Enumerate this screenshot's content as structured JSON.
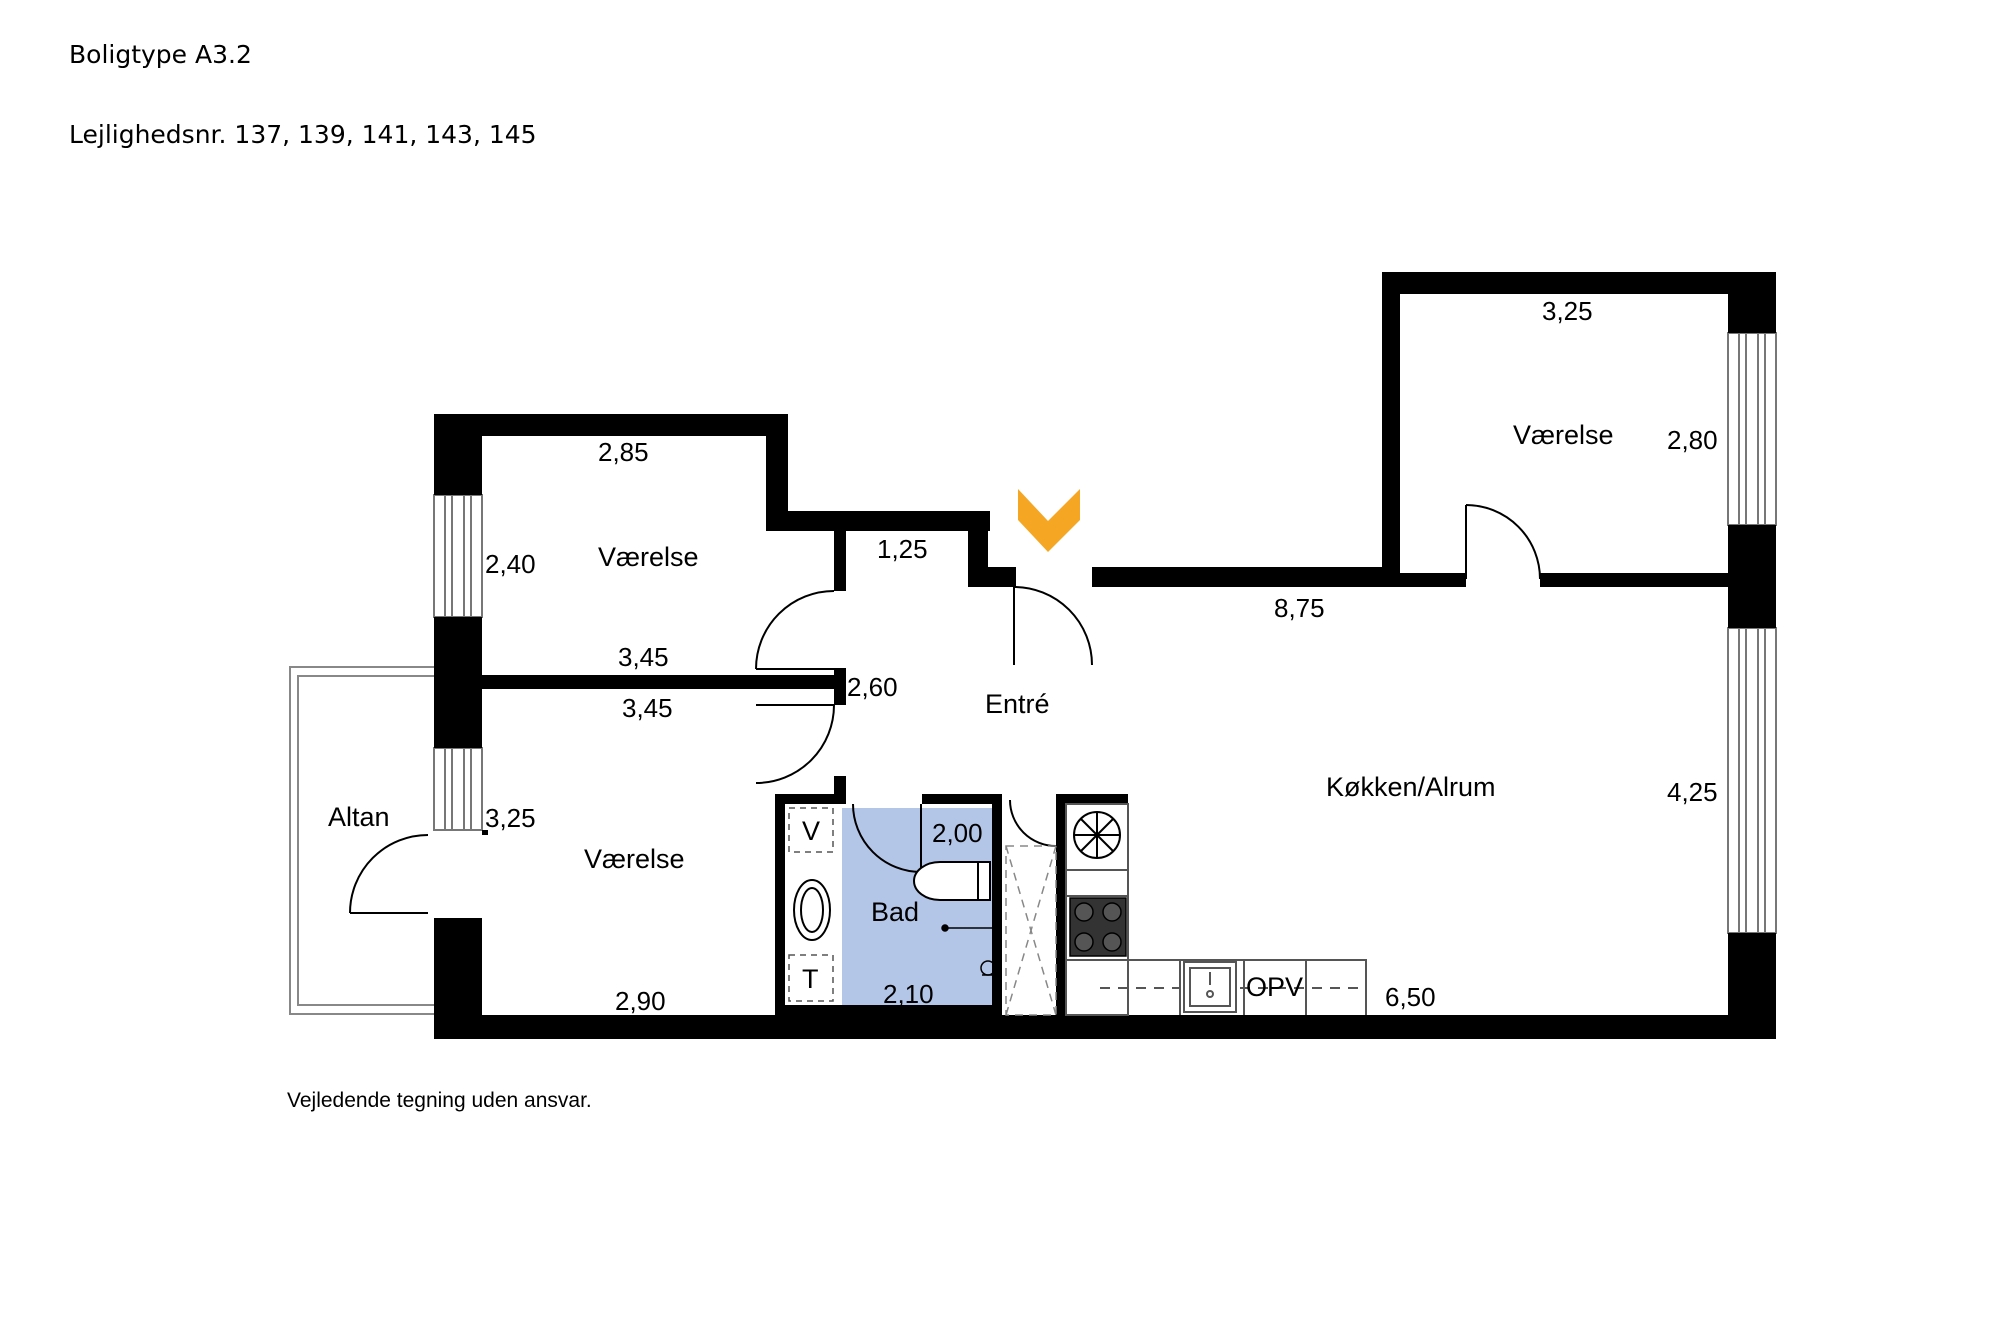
{
  "header": {
    "title": "Boligtype A3.2",
    "subtitle": "Lejlighedsnr. 137, 139, 141, 143, 145"
  },
  "footer": {
    "disclaimer": "Vejledende tegning uden ansvar."
  },
  "rooms": {
    "bedroom_upper": "Værelse",
    "bedroom_lower": "Værelse",
    "bedroom_right": "Værelse",
    "entre": "Entré",
    "kitchen": "Køkken/Alrum",
    "bath": "Bad",
    "balcony": "Altan",
    "utility": "OPV"
  },
  "fixtures": {
    "washer": "V",
    "dryer": "T"
  },
  "dimensions": {
    "upper_bedroom_width": "2,85",
    "upper_bedroom_depth": "2,40",
    "upper_bedroom_bottom": "3,45",
    "hall_width": "1,25",
    "hall_depth": "2,60",
    "lower_bedroom_top": "3,45",
    "lower_bedroom_depth": "3,25",
    "lower_bedroom_width": "2,90",
    "bath_depth": "2,00",
    "bath_width": "2,10",
    "right_bedroom_width": "3,25",
    "right_bedroom_depth": "2,80",
    "kitchen_length": "8,75",
    "kitchen_depth": "4,25",
    "kitchen_width": "6,50"
  },
  "colors": {
    "wall": "#000000",
    "bath_floor": "#b4c6e7",
    "entrance_marker": "#f5a623",
    "fixture_line": "#555555"
  },
  "icons": {
    "entrance": "entrance-arrow-icon"
  }
}
